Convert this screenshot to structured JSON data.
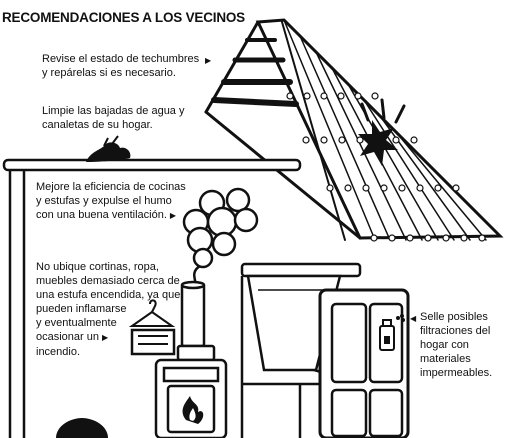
{
  "title": "RECOMENDACIONES A LOS VECINOS",
  "tips": [
    {
      "line1": "Revise el estado de techumbres",
      "line2": "y repárelas si es necesario.",
      "line3": "",
      "line4": "",
      "line5": "",
      "line6": "",
      "arrow": "▶"
    },
    {
      "line1": "Limpie las bajadas de agua y",
      "line2": "canaletas de su hogar.",
      "line3": "",
      "line4": "",
      "line5": "",
      "line6": "",
      "arrow": ""
    },
    {
      "line1": "Mejore la eficiencia de cocinas",
      "line2": "y estufas y expulse el humo",
      "line3": "con una buena ventilación.",
      "line4": "",
      "line5": "",
      "line6": "",
      "arrow": "▶"
    },
    {
      "line1": "No ubique cortinas, ropa,",
      "line2": "muebles demasiado cerca de",
      "line3": "una estufa encendida, ya que",
      "line4": "pueden inflamarse",
      "line5": "y eventualmente",
      "line6": "ocasionar un",
      "line7": "incendio.",
      "arrow": "▶"
    },
    {
      "line1": "Selle posibles",
      "line2": "filtraciones del",
      "line3": "hogar con",
      "line4": "materiales",
      "line5": "impermeables.",
      "line6": "",
      "arrow": "◀"
    }
  ],
  "icons": {
    "roof": "corrugated-roof-icon",
    "leaves": "gutter-debris-icon",
    "smoke": "smoke-cloud-icon",
    "stove": "wood-stove-icon",
    "hanger": "clothes-hanger-icon",
    "spray": "sealant-spray-icon",
    "cabinet": "cabinet-icon"
  },
  "colors": {
    "ink": "#111111",
    "paper": "#ffffff"
  }
}
